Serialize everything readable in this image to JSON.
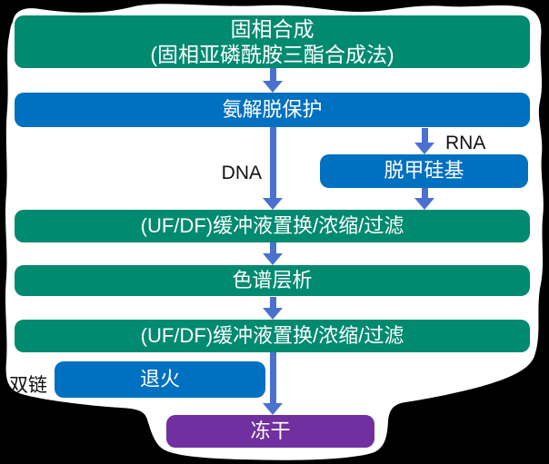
{
  "diagram": {
    "type": "flowchart",
    "background_color": "#000000",
    "panel_color": "#FFFFFF",
    "colors": {
      "green_box": "#008A70",
      "blue_box": "#0070C0",
      "purple_box": "#7030A0",
      "arrow": "#4A71CE",
      "box_text": "#FFFFFF",
      "label_text": "#111111"
    },
    "boxes": {
      "synthesis": {
        "line1": "固相合成",
        "line2": "(固相亚磷酰胺三酯合成法)"
      },
      "deprotection": {
        "label": "氨解脱保护"
      },
      "desilylation": {
        "label": "脱甲硅基"
      },
      "buffer_exchange_1": {
        "label": "(UF/DF)缓冲液置换/浓缩/过滤"
      },
      "chromatography": {
        "label": "色谱层析"
      },
      "buffer_exchange_2": {
        "label": "(UF/DF)缓冲液置换/浓缩/过滤"
      },
      "annealing": {
        "label": "退火"
      },
      "lyophilization": {
        "label": "冻干"
      }
    },
    "branch_labels": {
      "dna": "DNA",
      "rna": "RNA",
      "duplex": "双链"
    }
  }
}
